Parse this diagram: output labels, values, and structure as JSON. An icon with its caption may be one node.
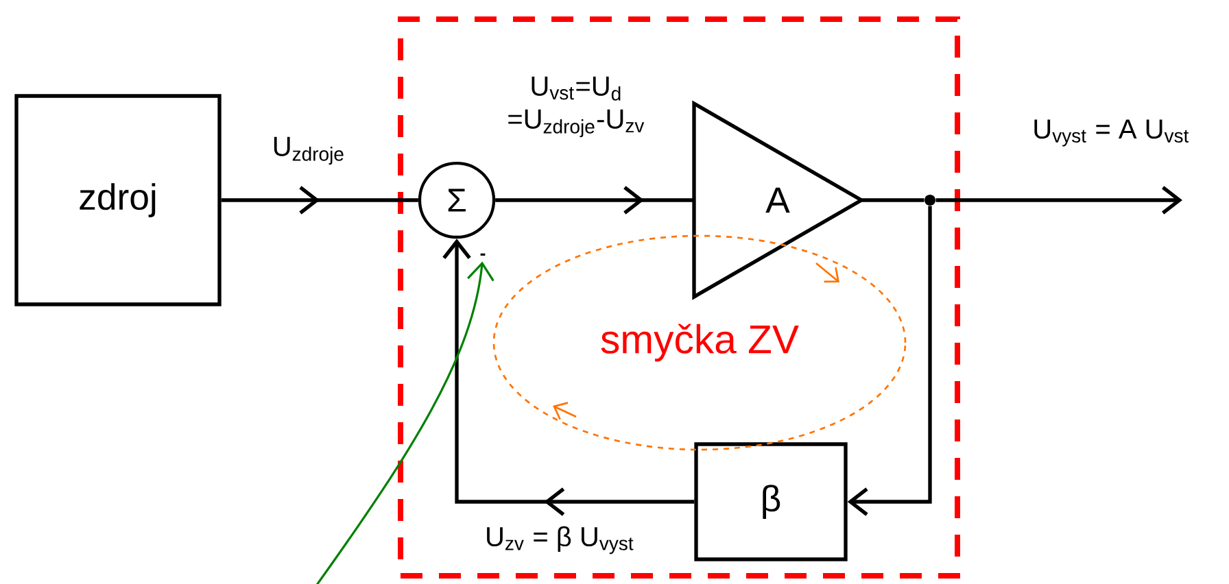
{
  "diagram": {
    "nodes": [
      {
        "text": [],
        "shape": "box"
      },
      {
        "text": [
          "zdroj"
        ]
      },
      {
        "text": [
          "Σ"
        ],
        "in": 0
      },
      {
        "text": [
          "A"
        ],
        "in": 0
      },
      {
        "text": [],
        "shape": "circle",
        "in": 0
      },
      {
        "text": [
          "β"
        ],
        "in": 0
      },
      {
        "text": [
          "smyčka ZV"
        ],
        "in": 0
      },
      {
        "text": [
          "-"
        ],
        "in": 0
      }
    ],
    "edges": [
      {
        "from": 1,
        "to": 2,
        "arrow": "to",
        "label": "U$_{zdroje}$"
      },
      {
        "from": 2,
        "to": 3,
        "arrow": "to",
        "label": "U$_{vst}$=U$_{d}$ =U$_{zdroje}$-U$_{zv}$"
      },
      {
        "from": 3,
        "to": 4,
        "arrow": "none"
      },
      {
        "from": 4,
        "to": null,
        "arrow": "to",
        "label": "U$_{vyst}$ = A U$_{vst}$"
      },
      {
        "from": 4,
        "to": 5,
        "arrow": "to"
      },
      {
        "from": 5,
        "to": 2,
        "arrow": "to",
        "label": "U$_{zv}$ = β U$_{vyst}$"
      },
      {
        "from": null,
        "to": 7,
        "arrow": "to",
        "color": "#008000"
      }
    ]
  }
}
